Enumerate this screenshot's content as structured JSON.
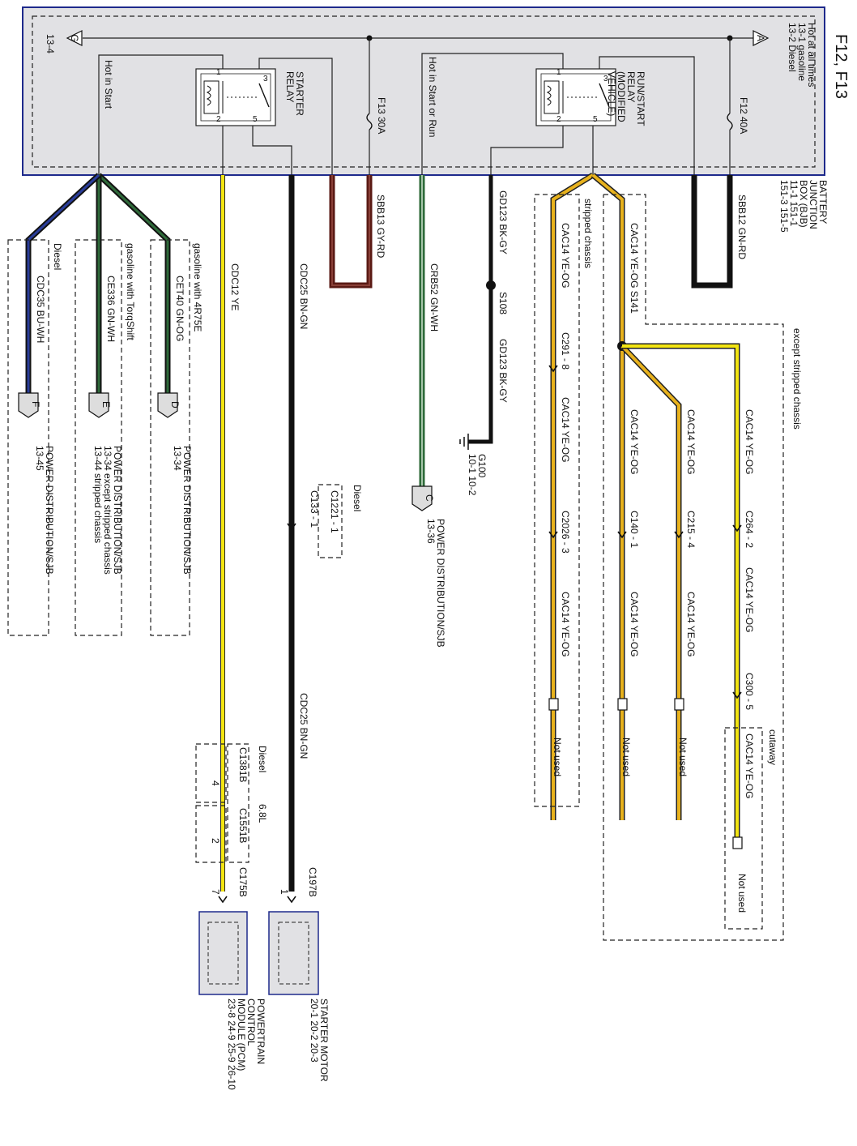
{
  "page_title": "F12, F13",
  "bjb": {
    "name_lines": [
      "BATTERY",
      "JUNCTION",
      "BOX (BJB)",
      "11-1     151-1",
      "151-3   151-5"
    ],
    "hot_lines": [
      "Hot at all times",
      "13-1  gasoline",
      "13-2  Diesel"
    ],
    "hot_in_start": "Hot in Start",
    "hot_in_start_or_run": "Hot in Start or Run",
    "ground_ref": "13-4",
    "connector_g": "G",
    "connector_a": "A",
    "starter_relay_lines": [
      "STARTER",
      "RELAY"
    ],
    "run_start_relay_lines": [
      "RUN/START",
      "RELAY",
      "(MODIFIED",
      "VEHICLE)"
    ],
    "f13_lines": [
      "F13  30A"
    ],
    "f12_lines": [
      "F12  40A"
    ],
    "relay_pins": [
      "1",
      "2",
      "3",
      "5"
    ]
  },
  "wires": {
    "sbb12": "SBB12  GN-RD",
    "sbb13": "SBB13  GY-RD",
    "cdc12": "CDC12  YE",
    "cdc25_top": "CDC25  BN-GN",
    "cdc25_bottom": "CDC25  BN-GN",
    "crb52": "CRB52  GN-WH",
    "gd123_top": "GD123  BK-GY",
    "gd123_bottom": "GD123  BK-GY",
    "s108": "S108",
    "g100": "G100",
    "g100_refs": "10-1   10-2",
    "stripped_chassis": "stripped chassis",
    "except_stripped_chassis": "except stripped chassis",
    "cac14_stripped": "CAC14  YE-OG",
    "cac14_main": "CAC14  YE-OG   S141",
    "cac14": "CAC14  YE-OG",
    "c291": "C291 - 8",
    "c2026": "C2026 - 3",
    "c140": "C140 - 1",
    "c215": "C215 - 4",
    "c264": "C264 - 2",
    "c300": "C300 - 5",
    "cutaway": "cutaway",
    "not_used": "Not used",
    "cet140": "CET40  GN-OG",
    "ce336": "CE336  GN-WH",
    "cdc35": "CDC35  BU-WH",
    "gasoline_4r75e": "gasoline with 4R75E",
    "gasoline_torqshift": "gasoline with TorqShift",
    "diesel": "Diesel",
    "c1221": "C1221 - 1",
    "c133": "C133 - 1",
    "diesel_c1221": "Diesel",
    "c1381b": "C1381B",
    "c1551b": "C1551B",
    "diesel_small": "Diesel",
    "six_eight_l": "6.8L",
    "pin_4": "4",
    "pin_2": "2",
    "c175b": "C175B",
    "c197b": "C197B",
    "pin_7": "7",
    "pin_1": "1"
  },
  "destinations": {
    "d_letter": "D",
    "d_lines": [
      "POWER DISTRIBUTION/SJB",
      "13-34"
    ],
    "e_letter": "E",
    "e_lines": [
      "POWER DISTRIBUTION/SJB",
      "13-34  except stripped chassis",
      "13-44  stripped chassis"
    ],
    "f_letter": "F",
    "f_lines": [
      "POWER DISTRIBUTION/SJB",
      "13-45"
    ],
    "c_letter": "C",
    "c_lines": [
      "POWER DISTRIBUTION/SJB",
      "13-36"
    ],
    "starter_motor_lines": [
      "STARTER MOTOR",
      "20-1      20-2      20-3"
    ],
    "pcm_lines": [
      "POWERTRAIN",
      "CONTROL",
      "MODULE (PCM)",
      "23-8      24-9      25-9      26-10"
    ]
  },
  "colors": {
    "box_fill": "#e1e1e4",
    "box_border": "#1e2a8c",
    "yellow": "#f3e512",
    "yellow_orange": "#e8b21d",
    "black": "#111111",
    "dark_red": "#5a1a14",
    "green": "#2f6a3a",
    "blue": "#2a3d9a"
  }
}
